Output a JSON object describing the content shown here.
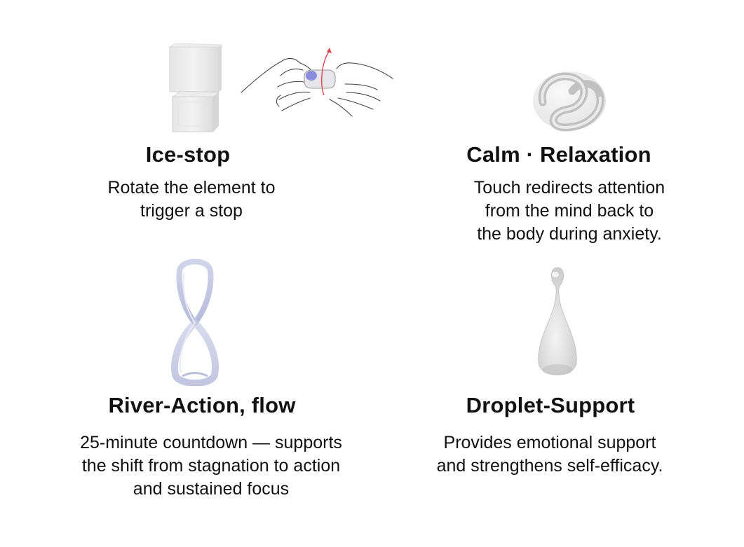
{
  "cards": [
    {
      "id": "ice-stop",
      "title": "Ice-stop",
      "lines": [
        "Rotate the element to",
        "trigger a stop"
      ],
      "icons": [
        "ice-cube-icon",
        "hands-rotating-icon"
      ]
    },
    {
      "id": "calm",
      "title": "Calm · Relaxation",
      "lines": [
        "Touch redirects attention",
        "from the mind back to",
        "the body during anxiety."
      ],
      "icons": [
        "knot-icon"
      ]
    },
    {
      "id": "river",
      "title": "River-Action, flow",
      "lines": [
        "25-minute countdown — supports",
        "the shift from stagnation to action",
        "and sustained focus"
      ],
      "icons": [
        "figure-eight-loop-icon"
      ]
    },
    {
      "id": "droplet",
      "title": "Droplet-Support",
      "lines": [
        "Provides emotional support",
        "and strengthens self-efficacy."
      ],
      "icons": [
        "droplet-icon"
      ]
    }
  ],
  "colors": {
    "background": "#ffffff",
    "text": "#111111",
    "object_gray": "#cfcfcf",
    "loop_lavender": "#b8bedc",
    "arrow_red": "#e0464a",
    "accent_blue": "#6b6fd6"
  }
}
